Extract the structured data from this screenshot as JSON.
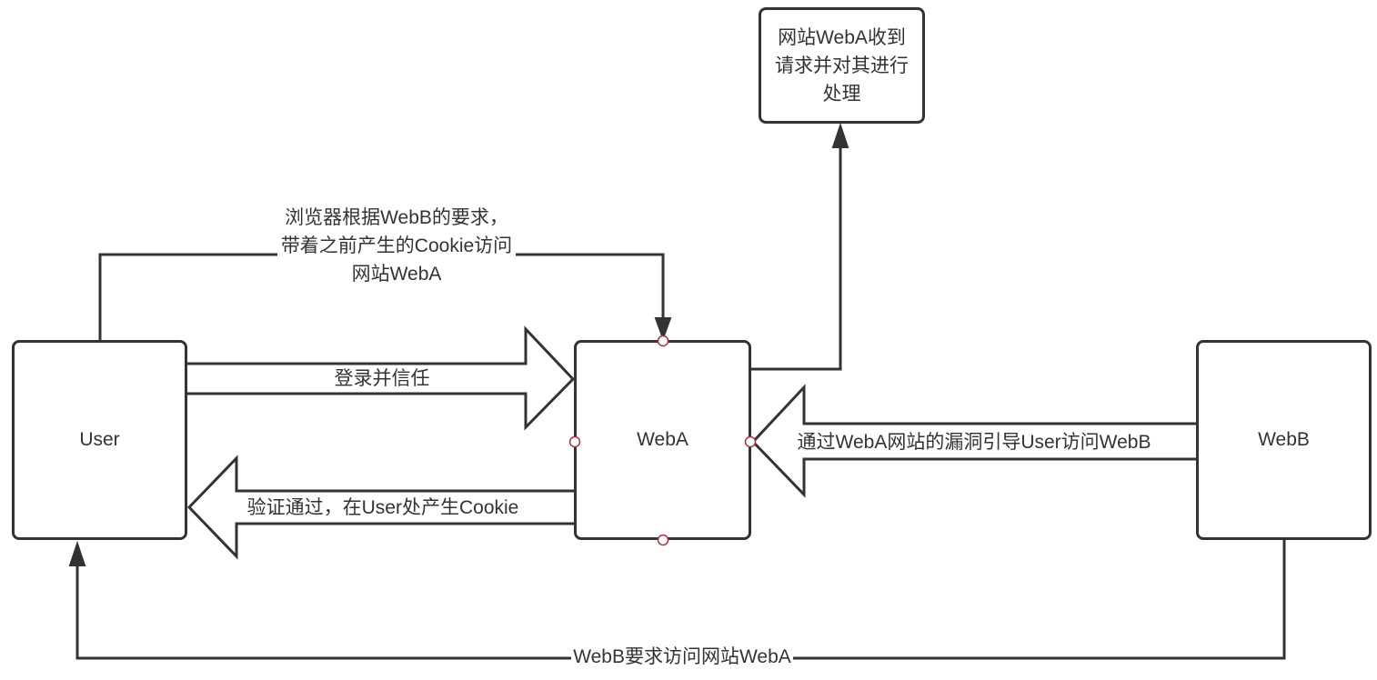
{
  "nodes": {
    "user": "User",
    "weba": "WebA",
    "webb": "WebB",
    "process": "网站WebA收到请求并对其进行处理"
  },
  "edges": {
    "browser_request_line1": "浏览器根据WebB的要求，",
    "browser_request_line2": "带着之前产生的Cookie访问",
    "browser_request_line3": "网站WebA",
    "login": "登录并信任",
    "verify": "验证通过，在User处产生Cookie",
    "exploit": "通过WebA网站的漏洞引导User访问WebB",
    "webb_request": "WebB要求访问网站WebA"
  },
  "colors": {
    "stroke": "#333333",
    "connection_point": "#b03040",
    "background": "#ffffff"
  }
}
